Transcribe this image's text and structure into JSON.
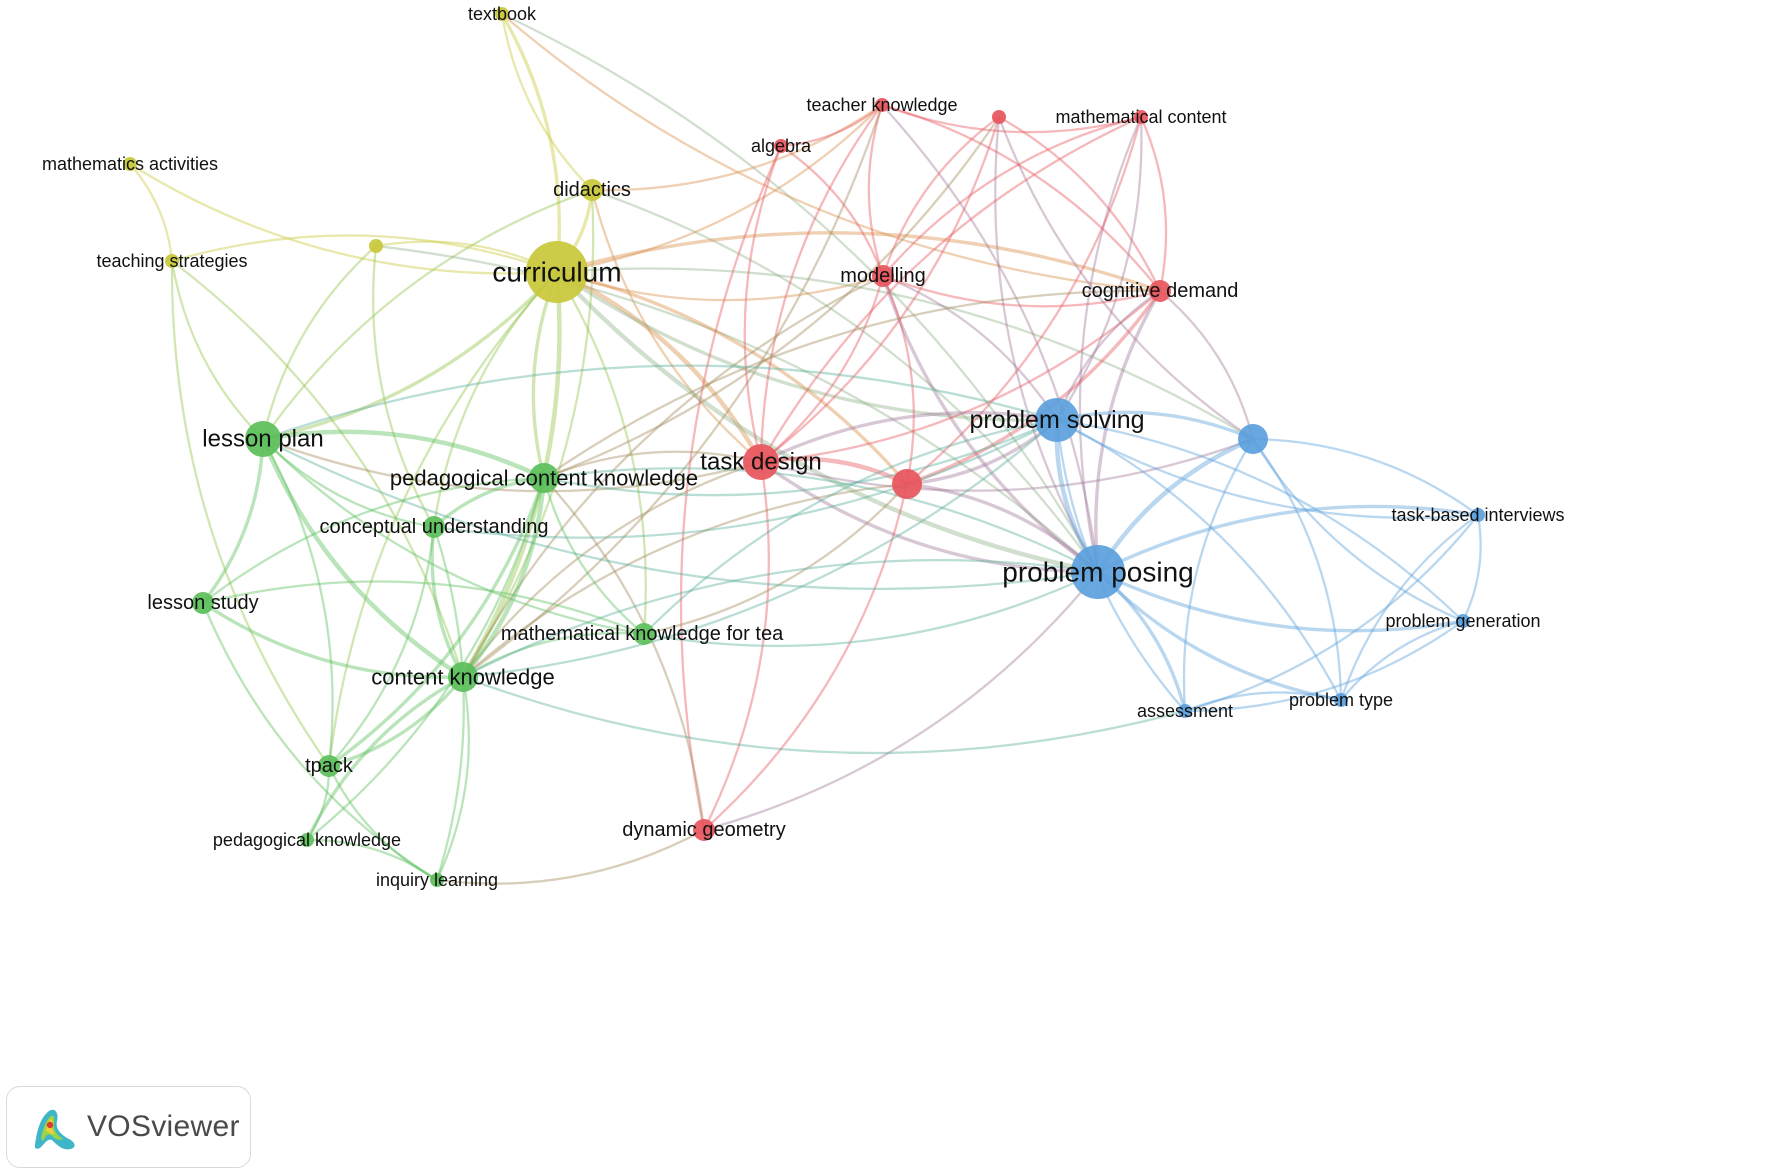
{
  "legend_colors": {
    "red": "#e8555c",
    "green": "#5bbf5a",
    "blue": "#5b9fdc",
    "yellow": "#c9c83a"
  },
  "nodes": [
    {
      "id": "textbook",
      "label": "textbook",
      "cluster": "yellow",
      "weight": 1
    },
    {
      "id": "mathematics-activities",
      "label": "mathematics activities",
      "cluster": "yellow",
      "weight": 1
    },
    {
      "id": "didactics",
      "label": "didactics",
      "cluster": "yellow",
      "weight": 2
    },
    {
      "id": "teaching-strategies",
      "label": "teaching strategies",
      "cluster": "yellow",
      "weight": 1
    },
    {
      "id": "yellow-unlabeled",
      "label": "",
      "cluster": "yellow",
      "weight": 1
    },
    {
      "id": "curriculum",
      "label": "curriculum",
      "cluster": "yellow",
      "weight": 6
    },
    {
      "id": "teacher-knowledge",
      "label": "teacher knowledge",
      "cluster": "red",
      "weight": 1
    },
    {
      "id": "red-unlabeled-small",
      "label": "",
      "cluster": "red",
      "weight": 1
    },
    {
      "id": "mathematical-content",
      "label": "mathematical content",
      "cluster": "red",
      "weight": 1
    },
    {
      "id": "algebra",
      "label": "algebra",
      "cluster": "red",
      "weight": 1
    },
    {
      "id": "modelling",
      "label": "modelling",
      "cluster": "red",
      "weight": 2
    },
    {
      "id": "cognitive-demand",
      "label": "cognitive demand",
      "cluster": "red",
      "weight": 2
    },
    {
      "id": "task-design",
      "label": "task design",
      "cluster": "red",
      "weight": 4
    },
    {
      "id": "red-unlabeled-large",
      "label": "",
      "cluster": "red",
      "weight": 3
    },
    {
      "id": "dynamic-geometry",
      "label": "dynamic geometry",
      "cluster": "red",
      "weight": 2
    },
    {
      "id": "lesson-plan",
      "label": "lesson plan",
      "cluster": "green",
      "weight": 4
    },
    {
      "id": "pedagogical-content-knowledge",
      "label": "pedagogical content knowledge",
      "cluster": "green",
      "weight": 3
    },
    {
      "id": "conceptual-understanding",
      "label": "conceptual understanding",
      "cluster": "green",
      "weight": 2
    },
    {
      "id": "lesson-study",
      "label": "lesson study",
      "cluster": "green",
      "weight": 2
    },
    {
      "id": "mathematical-knowledge-for-tea",
      "label": "mathematical knowledge for tea",
      "cluster": "green",
      "weight": 2
    },
    {
      "id": "content-knowledge",
      "label": "content knowledge",
      "cluster": "green",
      "weight": 3
    },
    {
      "id": "tpack",
      "label": "tpack",
      "cluster": "green",
      "weight": 2
    },
    {
      "id": "pedagogical-knowledge",
      "label": "pedagogical knowledge",
      "cluster": "green",
      "weight": 1
    },
    {
      "id": "inquiry-learning",
      "label": "inquiry learning",
      "cluster": "green",
      "weight": 1
    },
    {
      "id": "problem-solving",
      "label": "problem solving",
      "cluster": "blue",
      "weight": 5
    },
    {
      "id": "blue-unlabeled",
      "label": "",
      "cluster": "blue",
      "weight": 3
    },
    {
      "id": "problem-posing",
      "label": "problem posing",
      "cluster": "blue",
      "weight": 7
    },
    {
      "id": "task-based-interviews",
      "label": "task-based interviews",
      "cluster": "blue",
      "weight": 1
    },
    {
      "id": "problem-generation",
      "label": "problem generation",
      "cluster": "blue",
      "weight": 1
    },
    {
      "id": "assessment",
      "label": "assessment",
      "cluster": "blue",
      "weight": 1
    },
    {
      "id": "problem-type",
      "label": "problem type",
      "cluster": "blue",
      "weight": 1
    }
  ],
  "links": [
    [
      "textbook",
      "curriculum",
      2
    ],
    [
      "textbook",
      "didactics",
      1
    ],
    [
      "textbook",
      "problem-posing",
      1
    ],
    [
      "textbook",
      "cognitive-demand",
      1
    ],
    [
      "mathematics-activities",
      "teaching-strategies",
      1
    ],
    [
      "mathematics-activities",
      "curriculum",
      1
    ],
    [
      "didactics",
      "curriculum",
      2
    ],
    [
      "didactics",
      "task-design",
      1
    ],
    [
      "didactics",
      "problem-posing",
      1
    ],
    [
      "didactics",
      "teacher-knowledge",
      1
    ],
    [
      "didactics",
      "content-knowledge",
      1
    ],
    [
      "didactics",
      "lesson-plan",
      1
    ],
    [
      "teaching-strategies",
      "curriculum",
      1
    ],
    [
      "teaching-strategies",
      "lesson-plan",
      1
    ],
    [
      "teaching-strategies",
      "content-knowledge",
      1
    ],
    [
      "teaching-strategies",
      "tpack",
      1
    ],
    [
      "yellow-unlabeled",
      "curriculum",
      1
    ],
    [
      "yellow-unlabeled",
      "lesson-plan",
      1
    ],
    [
      "yellow-unlabeled",
      "problem-posing",
      1
    ],
    [
      "yellow-unlabeled",
      "conceptual-understanding",
      1
    ],
    [
      "curriculum",
      "task-design",
      3
    ],
    [
      "curriculum",
      "problem-posing",
      3
    ],
    [
      "curriculum",
      "lesson-plan",
      2
    ],
    [
      "curriculum",
      "pedagogical-content-knowledge",
      2
    ],
    [
      "curriculum",
      "content-knowledge",
      3
    ],
    [
      "curriculum",
      "problem-solving",
      2
    ],
    [
      "curriculum",
      "cognitive-demand",
      2
    ],
    [
      "curriculum",
      "modelling",
      1
    ],
    [
      "curriculum",
      "red-unlabeled-large",
      2
    ],
    [
      "curriculum",
      "teacher-knowledge",
      1
    ],
    [
      "curriculum",
      "mathematical-knowledge-for-tea",
      1
    ],
    [
      "curriculum",
      "tpack",
      1
    ],
    [
      "curriculum",
      "blue-unlabeled",
      1
    ],
    [
      "curriculum",
      "conceptual-understanding",
      1
    ],
    [
      "teacher-knowledge",
      "algebra",
      1
    ],
    [
      "teacher-knowledge",
      "modelling",
      1
    ],
    [
      "teacher-knowledge",
      "cognitive-demand",
      1
    ],
    [
      "teacher-knowledge",
      "task-design",
      1
    ],
    [
      "teacher-knowledge",
      "problem-posing",
      1
    ],
    [
      "teacher-knowledge",
      "mathematical-content",
      1
    ],
    [
      "teacher-knowledge",
      "content-knowledge",
      1
    ],
    [
      "red-unlabeled-small",
      "modelling",
      1
    ],
    [
      "red-unlabeled-small",
      "task-design",
      1
    ],
    [
      "red-unlabeled-small",
      "problem-posing",
      1
    ],
    [
      "red-unlabeled-small",
      "cognitive-demand",
      1
    ],
    [
      "red-unlabeled-small",
      "blue-unlabeled",
      1
    ],
    [
      "red-unlabeled-small",
      "pedagogical-content-knowledge",
      1
    ],
    [
      "mathematical-content",
      "modelling",
      1
    ],
    [
      "mathematical-content",
      "cognitive-demand",
      1
    ],
    [
      "mathematical-content",
      "problem-posing",
      1
    ],
    [
      "mathematical-content",
      "problem-solving",
      1
    ],
    [
      "mathematical-content",
      "task-design",
      1
    ],
    [
      "mathematical-content",
      "red-unlabeled-large",
      1
    ],
    [
      "algebra",
      "task-design",
      1
    ],
    [
      "algebra",
      "modelling",
      1
    ],
    [
      "algebra",
      "dynamic-geometry",
      1
    ],
    [
      "modelling",
      "task-design",
      1
    ],
    [
      "modelling",
      "problem-posing",
      2
    ],
    [
      "modelling",
      "problem-solving",
      1
    ],
    [
      "modelling",
      "cognitive-demand",
      1
    ],
    [
      "modelling",
      "red-unlabeled-large",
      1
    ],
    [
      "modelling",
      "content-knowledge",
      1
    ],
    [
      "cognitive-demand",
      "task-design",
      1
    ],
    [
      "cognitive-demand",
      "problem-posing",
      2
    ],
    [
      "cognitive-demand",
      "red-unlabeled-large",
      2
    ],
    [
      "cognitive-demand",
      "problem-solving",
      1
    ],
    [
      "cognitive-demand",
      "blue-unlabeled",
      1
    ],
    [
      "cognitive-demand",
      "pedagogical-content-knowledge",
      1
    ],
    [
      "task-design",
      "red-unlabeled-large",
      3
    ],
    [
      "task-design",
      "problem-posing",
      2
    ],
    [
      "task-design",
      "problem-solving",
      2
    ],
    [
      "task-design",
      "pedagogical-content-knowledge",
      1
    ],
    [
      "task-design",
      "dynamic-geometry",
      1
    ],
    [
      "task-design",
      "content-knowledge",
      1
    ],
    [
      "task-design",
      "lesson-plan",
      1
    ],
    [
      "task-design",
      "blue-unlabeled",
      1
    ],
    [
      "red-unlabeled-large",
      "problem-posing",
      2
    ],
    [
      "red-unlabeled-large",
      "problem-solving",
      2
    ],
    [
      "red-unlabeled-large",
      "mathematical-knowledge-for-tea",
      1
    ],
    [
      "red-unlabeled-large",
      "content-knowledge",
      1
    ],
    [
      "red-unlabeled-large",
      "dynamic-geometry",
      1
    ],
    [
      "dynamic-geometry",
      "problem-posing",
      1
    ],
    [
      "dynamic-geometry",
      "inquiry-learning",
      1
    ],
    [
      "dynamic-geometry",
      "pedagogical-content-knowledge",
      1
    ],
    [
      "lesson-plan",
      "pedagogical-content-knowledge",
      3
    ],
    [
      "lesson-plan",
      "content-knowledge",
      3
    ],
    [
      "lesson-plan",
      "lesson-study",
      2
    ],
    [
      "lesson-plan",
      "conceptual-understanding",
      1
    ],
    [
      "lesson-plan",
      "problem-solving",
      1
    ],
    [
      "lesson-plan",
      "problem-posing",
      1
    ],
    [
      "lesson-plan",
      "tpack",
      1
    ],
    [
      "lesson-plan",
      "mathematical-knowledge-for-tea",
      1
    ],
    [
      "pedagogical-content-knowledge",
      "content-knowledge",
      3
    ],
    [
      "pedagogical-content-knowledge",
      "conceptual-understanding",
      2
    ],
    [
      "pedagogical-content-knowledge",
      "tpack",
      2
    ],
    [
      "pedagogical-content-knowledge",
      "problem-solving",
      1
    ],
    [
      "pedagogical-content-knowledge",
      "problem-posing",
      1
    ],
    [
      "pedagogical-content-knowledge",
      "mathematical-knowledge-for-tea",
      1
    ],
    [
      "pedagogical-content-knowledge",
      "pedagogical-knowledge",
      1
    ],
    [
      "conceptual-understanding",
      "content-knowledge",
      2
    ],
    [
      "conceptual-understanding",
      "tpack",
      1
    ],
    [
      "conceptual-understanding",
      "problem-solving",
      1
    ],
    [
      "conceptual-understanding",
      "inquiry-learning",
      1
    ],
    [
      "lesson-study",
      "content-knowledge",
      2
    ],
    [
      "lesson-study",
      "pedagogical-content-knowledge",
      1
    ],
    [
      "lesson-study",
      "inquiry-learning",
      1
    ],
    [
      "lesson-study",
      "mathematical-knowledge-for-tea",
      1
    ],
    [
      "mathematical-knowledge-for-tea",
      "content-knowledge",
      1
    ],
    [
      "mathematical-knowledge-for-tea",
      "problem-solving",
      1
    ],
    [
      "mathematical-knowledge-for-tea",
      "problem-posing",
      1
    ],
    [
      "content-knowledge",
      "tpack",
      2
    ],
    [
      "content-knowledge",
      "pedagogical-knowledge",
      2
    ],
    [
      "content-knowledge",
      "inquiry-learning",
      1
    ],
    [
      "content-knowledge",
      "problem-solving",
      1
    ],
    [
      "content-knowledge",
      "problem-posing",
      1
    ],
    [
      "content-knowledge",
      "assessment",
      1
    ],
    [
      "tpack",
      "pedagogical-knowledge",
      1
    ],
    [
      "tpack",
      "inquiry-learning",
      1
    ],
    [
      "pedagogical-knowledge",
      "inquiry-learning",
      1
    ],
    [
      "problem-solving",
      "problem-posing",
      3
    ],
    [
      "problem-solving",
      "blue-unlabeled",
      2
    ],
    [
      "problem-solving",
      "task-based-interviews",
      1
    ],
    [
      "problem-solving",
      "problem-generation",
      1
    ],
    [
      "problem-solving",
      "assessment",
      1
    ],
    [
      "problem-solving",
      "problem-type",
      1
    ],
    [
      "blue-unlabeled",
      "problem-posing",
      3
    ],
    [
      "blue-unlabeled",
      "task-based-interviews",
      1
    ],
    [
      "blue-unlabeled",
      "problem-generation",
      1
    ],
    [
      "blue-unlabeled",
      "problem-type",
      1
    ],
    [
      "blue-unlabeled",
      "assessment",
      1
    ],
    [
      "problem-posing",
      "task-based-interviews",
      2
    ],
    [
      "problem-posing",
      "problem-generation",
      2
    ],
    [
      "problem-posing",
      "assessment",
      2
    ],
    [
      "problem-posing",
      "problem-type",
      2
    ],
    [
      "task-based-interviews",
      "problem-generation",
      1
    ],
    [
      "task-based-interviews",
      "problem-type",
      1
    ],
    [
      "task-based-interviews",
      "assessment",
      1
    ],
    [
      "problem-generation",
      "problem-type",
      1
    ],
    [
      "problem-generation",
      "assessment",
      1
    ],
    [
      "problem-type",
      "assessment",
      1
    ]
  ],
  "branding": {
    "product_name": "VOSviewer"
  }
}
